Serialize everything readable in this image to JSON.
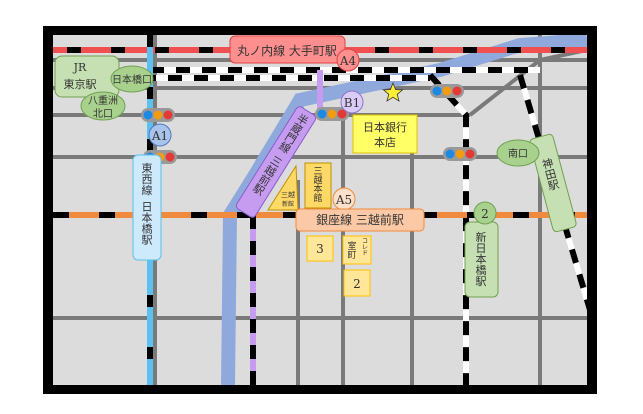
{
  "colors": {
    "frame": "#000000",
    "ground": "#dcdcdc",
    "road": "#7a7a7a",
    "river": "#8fa9dc",
    "marunouchi": "#f05050",
    "tozai": "#5cc0f0",
    "ginza": "#f08a3c",
    "hanzomon": "#c59cf0",
    "jr": "#000000",
    "station_green": "#c6e0b4",
    "building_yellow": "#ffe699"
  },
  "stations": {
    "marunouchi": "丸ノ内線 大手町駅",
    "jr_tokyo_line1": "JR",
    "jr_tokyo_line2": "東京駅",
    "nihonbashi_exit": "日本橋口",
    "yaesu_north_line1": "八重洲",
    "yaesu_north_line2": "北口",
    "tozai": "東西線 日本橋駅",
    "hanzomon": "半蔵門線 三越前駅",
    "ginza": "銀座線 三越前駅",
    "shin_nihonbashi": "新日本橋駅",
    "kanda": "神田駅",
    "south_exit": "南口"
  },
  "exits": {
    "a4": "A4",
    "a1": "A1",
    "b1": "B1",
    "a5": "A5",
    "exit2": "2"
  },
  "buildings": {
    "boj_line1": "日本銀行",
    "boj_line2": "本店",
    "mitsukoshi_main": "三越本館",
    "mitsukoshi_new_line1": "三越",
    "mitsukoshi_new_line2": "新館",
    "coredo_3": "3",
    "coredo_muromachi_a": "室町",
    "coredo_muromachi_b": "コレド",
    "coredo_2": "2"
  },
  "icons": {
    "destination": "star-icon",
    "signal": "traffic-light-icon"
  }
}
